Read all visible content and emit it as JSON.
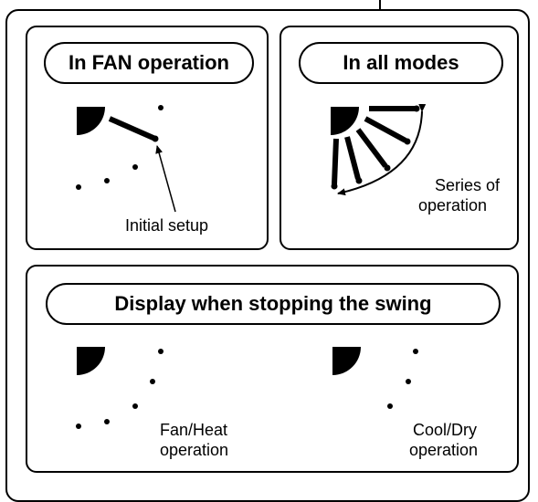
{
  "panels": {
    "fan_operation": {
      "title": "In FAN operation",
      "annotation": "Initial setup"
    },
    "all_modes": {
      "title": "In all modes",
      "annotation_line1": "Series of",
      "annotation_line2": "operation"
    },
    "stop_swing": {
      "title": "Display when stopping the swing",
      "fan_heat_line1": "Fan/Heat",
      "fan_heat_line2": "operation",
      "cool_dry_line1": "Cool/Dry",
      "cool_dry_line2": "operation"
    }
  },
  "colors": {
    "ink": "#000000",
    "background": "#ffffff"
  },
  "icons": [
    "louver-quadrant-icon",
    "louver-position-dot",
    "louver-blade-icon",
    "swing-arrow-icon",
    "pointer-arrow-icon"
  ]
}
